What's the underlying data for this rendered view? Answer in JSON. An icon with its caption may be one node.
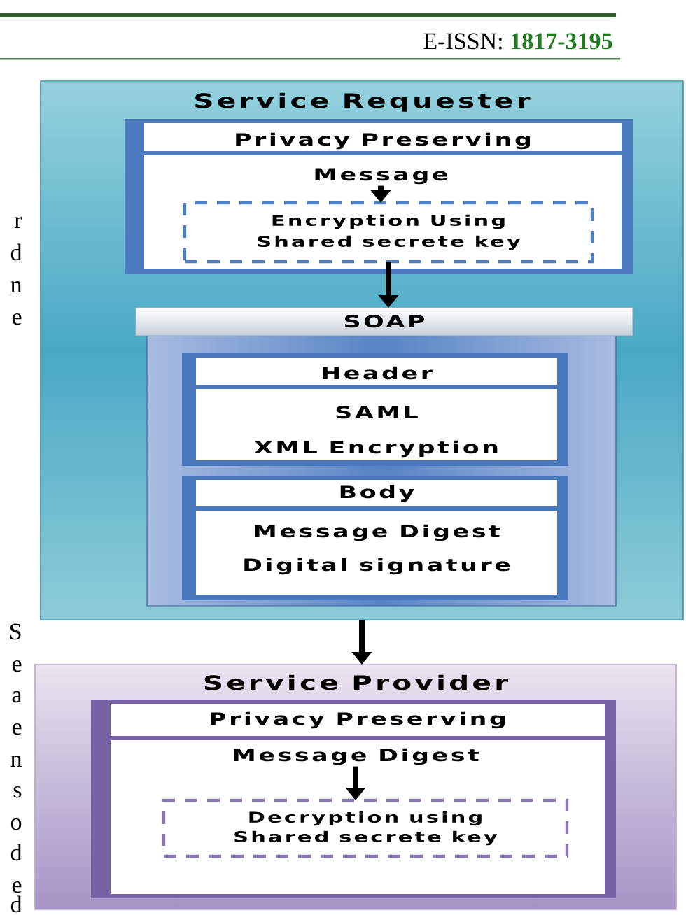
{
  "diagram": {
    "nodes": [
      {
        "text": [
          "Service Requester"
        ]
      },
      {
        "text": [
          "Privacy Preserving"
        ],
        "in": 0
      },
      {
        "text": [
          "Message"
        ],
        "in": 1
      },
      {
        "text": [
          "Encryption Using Shared secrete key"
        ],
        "in": 1
      },
      {
        "text": [
          "SOAP"
        ],
        "in": 0
      },
      {
        "text": [
          "Header",
          "SAML",
          "XML Encryption"
        ],
        "in": 4
      },
      {
        "text": [
          "Body",
          "Message Digest",
          "Digital signature"
        ],
        "in": 4
      },
      {
        "text": [
          "Service Provider"
        ]
      },
      {
        "text": [
          "Privacy Preserving"
        ],
        "in": 7
      },
      {
        "text": [
          "Message Digest"
        ],
        "in": 8
      },
      {
        "text": [
          "Decryption using Shared secrete key"
        ],
        "in": 8
      }
    ],
    "edges": [
      {
        "from": 2,
        "to": 3,
        "arrow": "to"
      },
      {
        "from": 3,
        "to": 4,
        "arrow": "to"
      },
      {
        "from": 0,
        "to": 7,
        "arrow": "to"
      },
      {
        "from": 9,
        "to": 10,
        "arrow": "to"
      }
    ],
    "labels": [
      "E-ISSN:",
      "1817-3195",
      "r",
      "d",
      "n",
      "e",
      "S",
      "e",
      "a",
      "e",
      "n",
      "s",
      "o",
      "d",
      "e",
      "d"
    ]
  }
}
